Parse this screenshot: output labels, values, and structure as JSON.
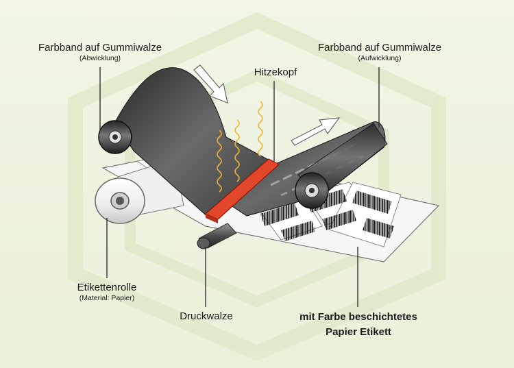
{
  "labels": {
    "ribbon_unwind": {
      "title": "Farbband auf Gummiwalze",
      "sub": "(Abwicklung)"
    },
    "ribbon_rewind": {
      "title": "Farbband auf Gummiwalze",
      "sub": "(Aufwicklung)"
    },
    "printhead": {
      "title": "Hitzekopf"
    },
    "label_roll": {
      "title": "Etikettenrolle",
      "sub": "(Material: Papier)"
    },
    "platen": {
      "title": "Druckwalze"
    },
    "result": {
      "line1": "mit Farbe beschichtetes",
      "line2": "Papier Etikett"
    }
  },
  "colors": {
    "background": "#eef4e1",
    "watermark": "#dfe9c8",
    "ribbon_dark": "#333333",
    "ribbon_light": "#8a8a8a",
    "printhead": "#e2472c",
    "heat_waves": "#f2b43a",
    "paper": "#f4f4f4",
    "barcode": "#111111"
  },
  "icons": [
    "heat-wave-icon",
    "direction-arrow-icon",
    "barcode-icon"
  ]
}
